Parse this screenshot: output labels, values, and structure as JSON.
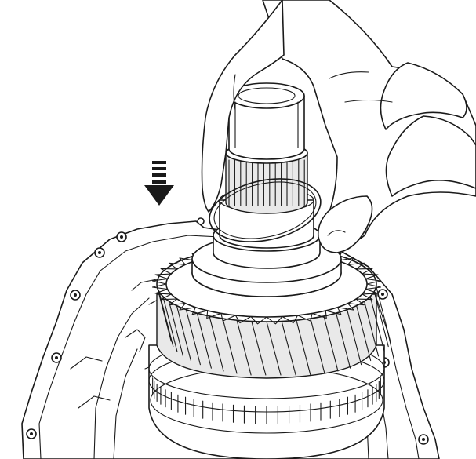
{
  "figure": {
    "description_colors": {
      "line": "#1a1a1a",
      "background": "#ffffff",
      "shade": "#e9e9e9"
    },
    "icons": [
      "down-arrow-icon"
    ],
    "components": [
      "transmission-case",
      "gear-assembly",
      "output-shaft",
      "snap-ring",
      "hand",
      "down-arrow-icon"
    ]
  }
}
